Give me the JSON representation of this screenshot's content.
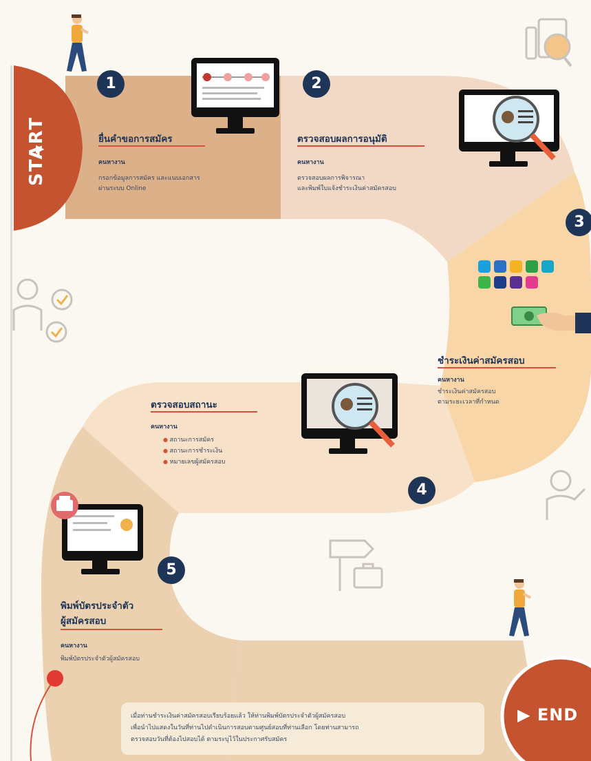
{
  "start_label": "START",
  "end_label": "END",
  "steps": [
    {
      "number": "1",
      "title": "ยื่นคำขอการสมัคร",
      "subtitle": "คนหางาน",
      "desc": [
        "กรอกข้อมูลการสมัคร และแนบเอกสาร",
        "ผ่านระบบ Online"
      ]
    },
    {
      "number": "2",
      "title": "ตรวจสอบผลการอนุมัติ",
      "subtitle": "คนหางาน",
      "desc": [
        "ตรวจสอบผลการพิจารณา",
        "และพิมพ์ใบแจ้งชำระเงินค่าสมัครสอบ"
      ]
    },
    {
      "number": "3",
      "title": "ชำระเงินค่าสมัครสอบ",
      "subtitle": "คนหางาน",
      "desc": [
        "ชำระเงินค่าสมัครสอบ",
        "ตามระยะเวลาที่กำหนด"
      ]
    },
    {
      "number": "4",
      "title": "ตรวจสอบสถานะ",
      "subtitle": "คนหางาน",
      "bullets": [
        "สถานะการสมัคร",
        "สถานะการชำระเงิน",
        "หมายเลขผู้สมัครสอบ"
      ]
    },
    {
      "number": "5",
      "title": [
        "พิมพ์บัตรประจำตัว",
        "ผู้สมัครสอบ"
      ],
      "subtitle": "คนหางาน",
      "desc": [
        "พิมพ์บัตรประจำตัวผู้สมัครสอบ"
      ]
    }
  ],
  "note": [
    "เมื่อท่านชำระเงินค่าสมัครสอบเรียบร้อยแล้ว ให้ท่านพิมพ์บัตรประจำตัวผู้สมัครสอบ",
    "เพื่อนำไปแสดงในวันที่ท่านไปดำเนินการสอบตามศูนย์สอบที่ท่านเลือก โดยท่านสามารถ",
    "ตรวจสอบวันที่ต้องไปสอบได้ ตามระบุไว้ในประกาศรับสมัคร"
  ],
  "colors": {
    "path_dark": "#e6c39e",
    "path_mid": "#efd3b6",
    "path_light": "#f6e2cc",
    "accent": "#d5533a",
    "navy": "#1f3558"
  }
}
